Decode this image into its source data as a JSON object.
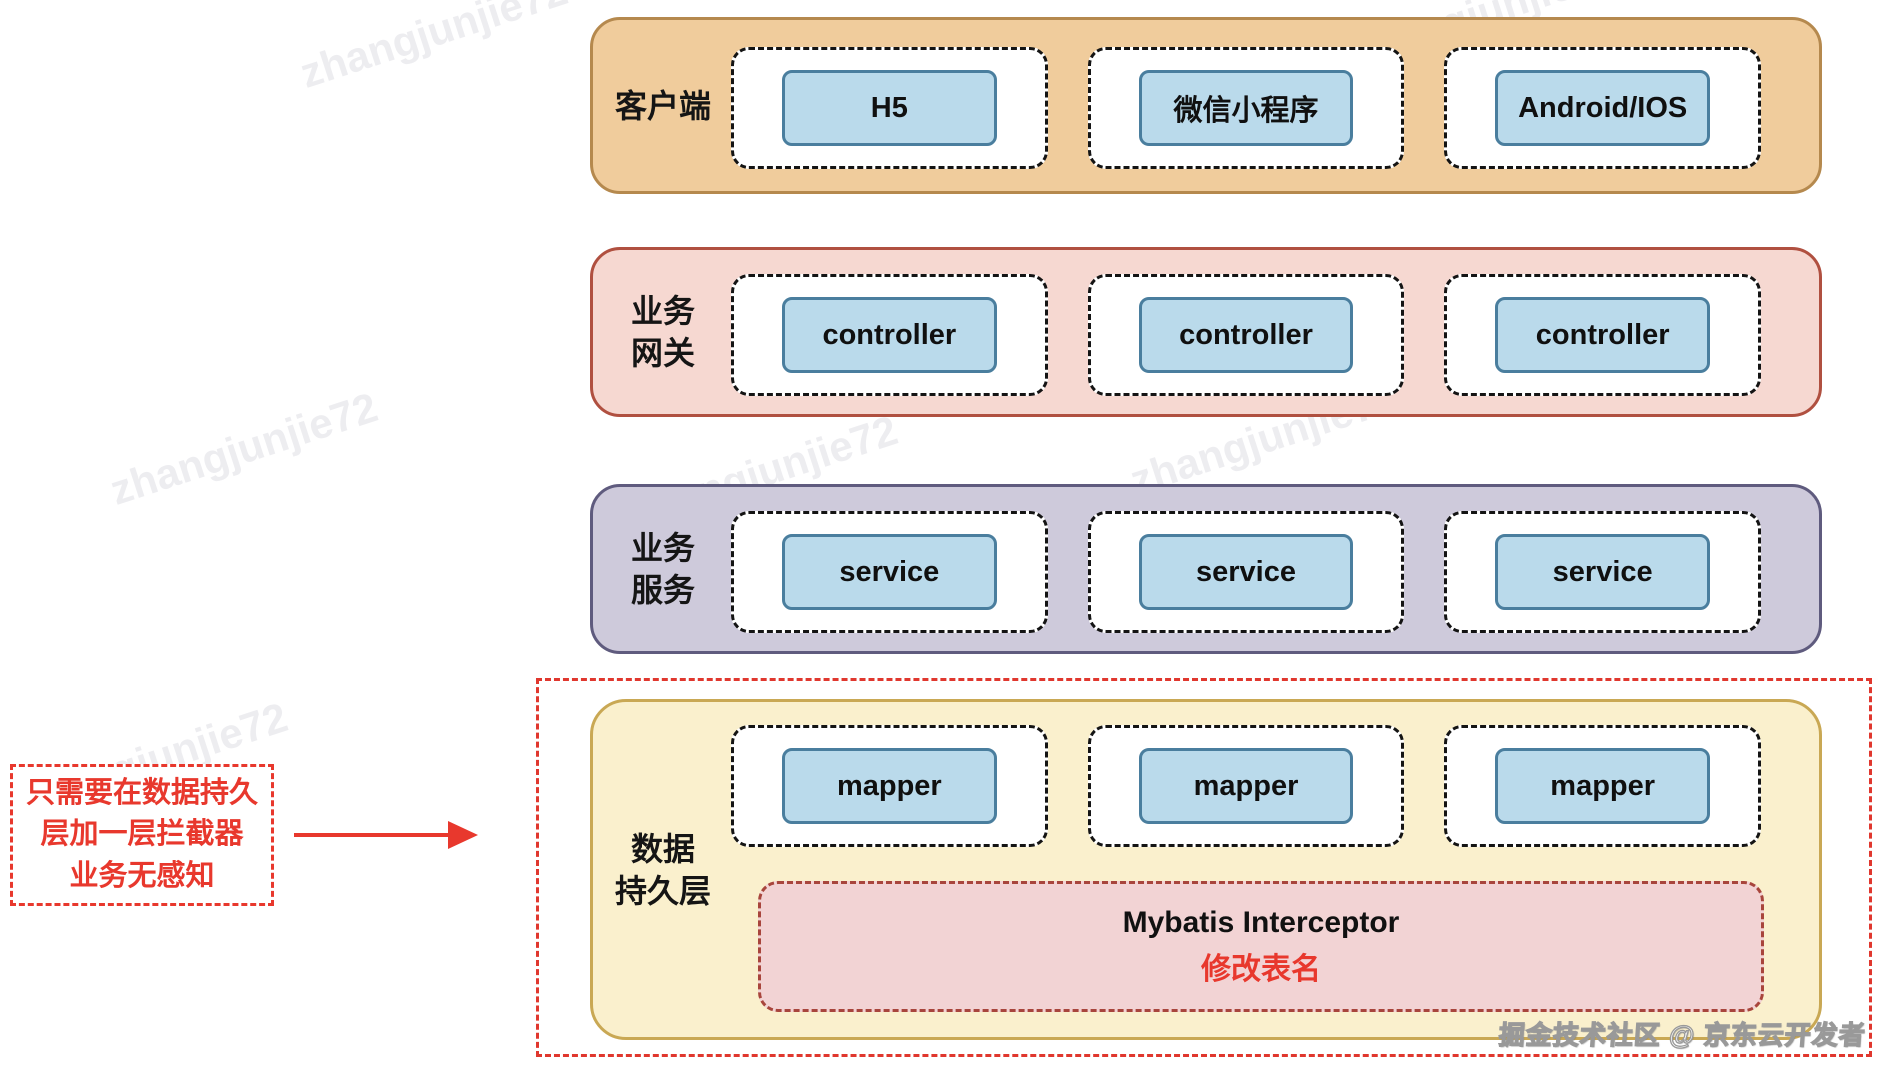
{
  "diagram": {
    "credit": "掘金技术社区 @ 京东云开发者",
    "watermark_text": "zhangjunjie72",
    "colors": {
      "node_fill": "#badaeb",
      "node_border": "#4a7e9e",
      "highlight_red": "#e0372e",
      "annotation_red": "#e8382d"
    },
    "annotation": {
      "lines": [
        "只需要在数据持久",
        "层加一层拦截器",
        "业务无感知"
      ]
    },
    "interceptor": {
      "title": "Mybatis Interceptor",
      "subtitle": "修改表名",
      "fill": "#f2d3d4",
      "border": "#a8453c"
    },
    "layers": [
      {
        "id": "client",
        "label_lines": [
          "客户端"
        ],
        "fill": "#f0cc9c",
        "border": "#b5894e",
        "nodes": [
          "H5",
          "微信小程序",
          "Android/IOS"
        ]
      },
      {
        "id": "gateway",
        "label_lines": [
          "业务",
          "网关"
        ],
        "fill": "#f6d8d1",
        "border": "#b05040",
        "nodes": [
          "controller",
          "controller",
          "controller"
        ]
      },
      {
        "id": "service",
        "label_lines": [
          "业务",
          "服务"
        ],
        "fill": "#cecadb",
        "border": "#5f5b7e",
        "nodes": [
          "service",
          "service",
          "service"
        ]
      },
      {
        "id": "data",
        "label_lines": [
          "数据",
          "持久层"
        ],
        "fill": "#faf0cd",
        "border": "#c9a854",
        "nodes": [
          "mapper",
          "mapper",
          "mapper"
        ]
      }
    ]
  }
}
